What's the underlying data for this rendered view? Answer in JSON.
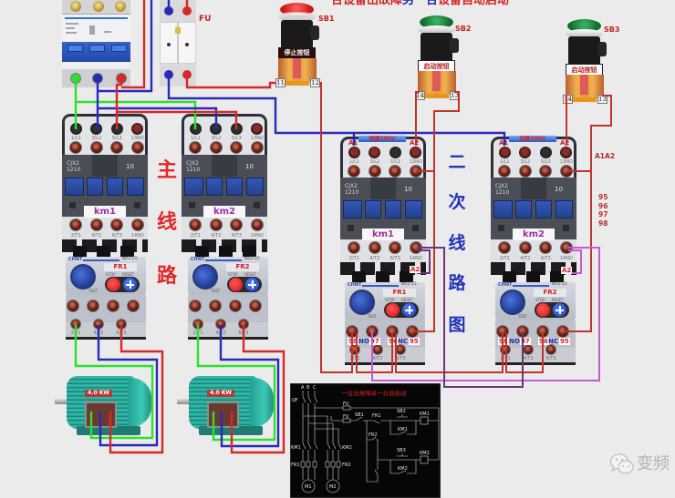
{
  "title": {
    "part1": "一台设备出故障",
    "part2": "另一台",
    "part3": "设备自动启动"
  },
  "colors": {
    "title_red": "#d42424",
    "title_blue": "#1c2ca8",
    "main_heading": "#e02828",
    "secondary_heading": "#2232b4",
    "wire_l1": "#2ee02e",
    "wire_l2": "#2a2ab8",
    "wire_l3": "#d42a2a",
    "wire_control": "#c0342c",
    "wire_aux": "#c65ad4",
    "wire_aux_dark": "#6e3478",
    "background": "#ebebeb"
  },
  "fuse": {
    "label": "FU"
  },
  "buttons": [
    {
      "id": "SB1",
      "plate": "停止按钮",
      "terminals": [
        "11",
        "12"
      ],
      "cap": "red"
    },
    {
      "id": "SB2",
      "plate": "启动按钮",
      "terminals": [
        "14",
        "13"
      ],
      "cap": "green"
    },
    {
      "id": "SB3",
      "plate": "启动按钮",
      "terminals": [
        "14",
        "13"
      ],
      "cap": "green"
    }
  ],
  "contactor": {
    "model": "CJX2",
    "rating": "1210",
    "aux": "10",
    "top_terminals": [
      "1/L1",
      "3/L2",
      "5/L3",
      "13NO"
    ],
    "bottom_terminals": [
      "2/T1",
      "4/T2",
      "6/T3",
      "14NO"
    ]
  },
  "relay": {
    "brand": "CHNT",
    "model": "NR2-25",
    "stop": "STOP",
    "reset": "RESET",
    "test": "TEST",
    "bottom_terminals": [
      "2/T1",
      "4/T2",
      "6/T3"
    ]
  },
  "main_circuit": {
    "heading": [
      "主",
      "线",
      "路"
    ],
    "contactors": [
      "km1",
      "km2"
    ],
    "relays": [
      "FR1",
      "FR2"
    ],
    "motors": [
      "4.0 KW",
      "4.0 KW"
    ]
  },
  "secondary_circuit": {
    "heading": [
      "二",
      "次",
      "线",
      "路",
      "图"
    ],
    "coil_voltage": "线圈380V",
    "coil_terminals": [
      "A1",
      "A2"
    ],
    "aux_link": "A2",
    "contactors": [
      "km1",
      "km2"
    ],
    "relays": [
      "FR1",
      "FR2"
    ],
    "no_contact": [
      "98",
      "NO",
      "97"
    ],
    "nc_contact": [
      "96",
      "NC",
      "95"
    ]
  },
  "notes": {
    "coil": "A1A2",
    "relay_terminals": [
      "95",
      "96",
      "97",
      "98"
    ]
  },
  "schematic": {
    "title": "一台出故障另一台自启动",
    "phases": [
      "A",
      "B",
      "C"
    ],
    "breaker": "QF",
    "fuses": [
      "FU",
      "FU"
    ],
    "control_labels": {
      "sb1": "SB1",
      "fr1": "FR1",
      "sb2": "SB2",
      "km1_coil": "KM1",
      "km1_contact": "KM1",
      "fr2": "FR2",
      "sb3": "SB3",
      "km2_coil": "KM2",
      "km2_contact": "KM2"
    },
    "power_labels": {
      "km1": "KM1",
      "km2": "KM2",
      "fr1": "FR1",
      "fr2": "FR2"
    },
    "motors": [
      "M1",
      "M2"
    ]
  },
  "watermark": {
    "text": "变频",
    "icon": "wechat-icon"
  }
}
